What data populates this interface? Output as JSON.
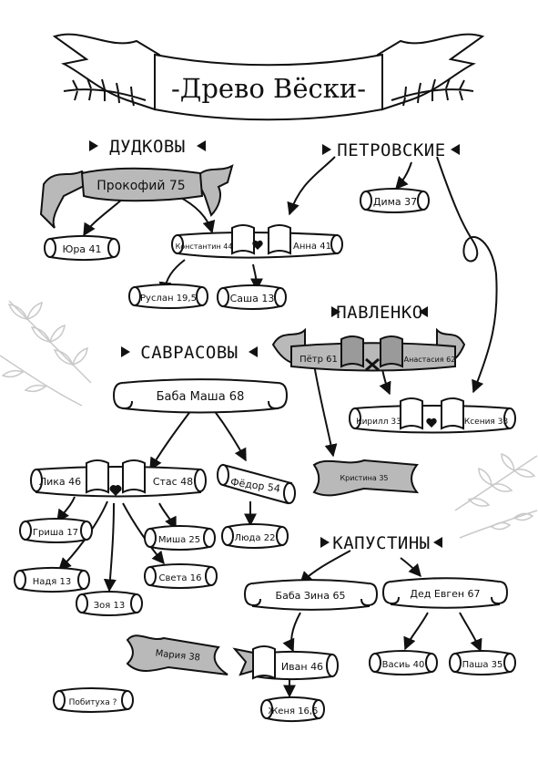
{
  "title": "-Древо Вёски-",
  "families": {
    "dudkovy": "ДУДКОВЫ",
    "petrovskie": "ПЕТРОВСКИЕ",
    "pavlenko": "ПАВЛЕНКО",
    "savrasovy": "САВРАСОВЫ",
    "kapustiny": "КАПУСТИНЫ"
  },
  "people": {
    "prokofiy": "Прокофий 75",
    "yura": "Юра 41",
    "konstantin": "Константин 44",
    "anna": "Анна 41",
    "ruslan": "Руслан 19,5",
    "sasha": "Саша 13",
    "dima": "Дима 37",
    "petr": "Пётр 61",
    "anastasia": "Анастасия 62",
    "kirill": "Кирилл 33",
    "ksenia": "Ксения 33",
    "kristina": "Кристина 35",
    "baba_masha": "Баба Маша 68",
    "lika": "Лика 46",
    "stas": "Стас 48",
    "fedor": "Фёдор 54",
    "grisha": "Гриша 17",
    "misha": "Миша 25",
    "lyuda": "Люда 22",
    "nadya": "Надя 13",
    "sveta": "Света 16",
    "zoya": "Зоя 13",
    "mariya": "Мария 38",
    "pobitukha": "Побитуха ?",
    "baba_zina": "Баба Зина 65",
    "ded_evgen": "Дед Евген 67",
    "ivan": "Иван 46",
    "zhenya": "Женя 16,5",
    "vasil": "Васиь 40",
    "pasha": "Паша 35"
  },
  "icons": {
    "heart": "heart-icon",
    "crossed_bones": "crossed-bones-icon",
    "leaves": "fern-leaves-icon"
  },
  "colors": {
    "ink": "#111111",
    "deceased_fill": "#b9b9b9",
    "leaf_outline": "#c9c9c9"
  }
}
